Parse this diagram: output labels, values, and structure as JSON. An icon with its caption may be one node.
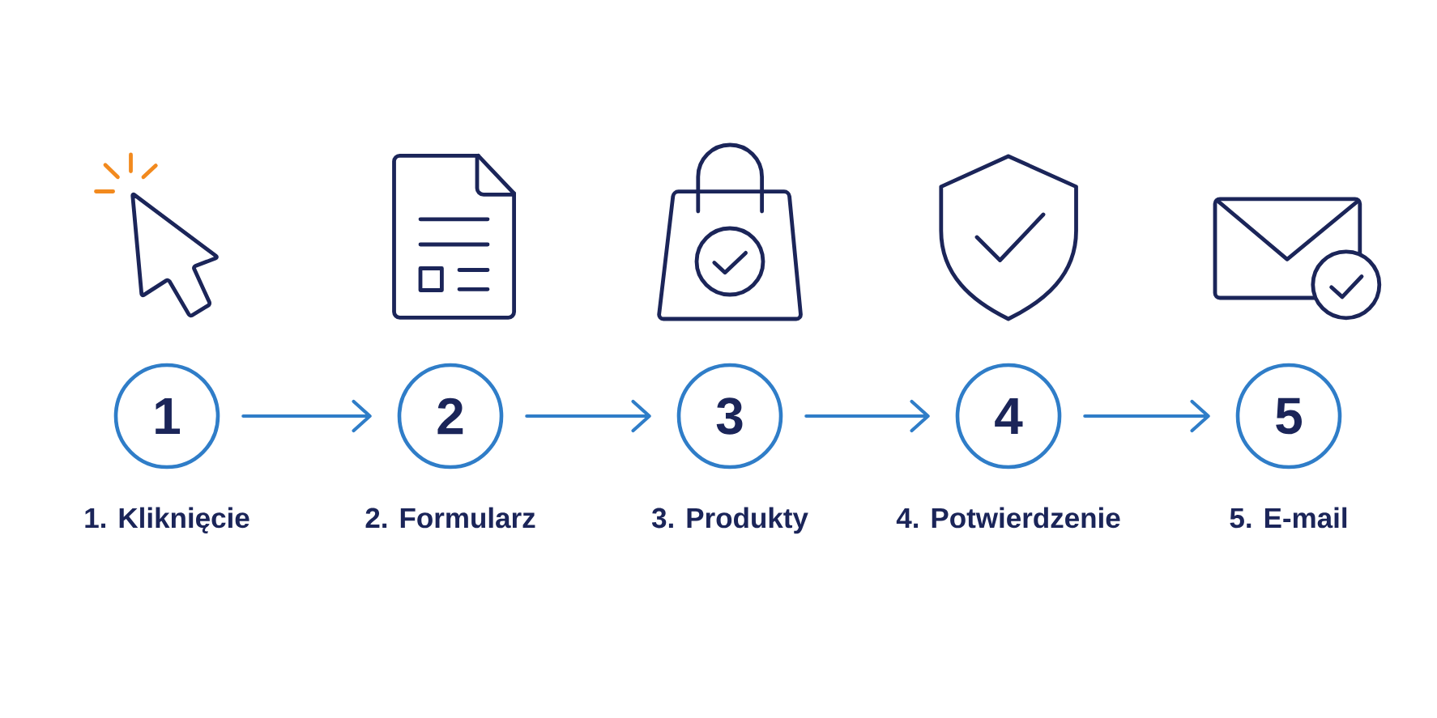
{
  "diagram": {
    "nodes": [
      {
        "text": [
          "1"
        ],
        "beside": [
          "1. Kliknięcie"
        ]
      },
      {
        "text": [
          "2"
        ],
        "beside": [
          "2. Formularz"
        ]
      },
      {
        "text": [
          "3"
        ],
        "beside": [
          "3. Produkty"
        ]
      },
      {
        "text": [
          "4"
        ],
        "beside": [
          "4. Potwierdzenie"
        ]
      },
      {
        "text": [
          "5"
        ],
        "beside": [
          "5. E-mail"
        ]
      }
    ],
    "edges": [
      {
        "from": 0,
        "to": 1,
        "arrow": "to"
      },
      {
        "from": 1,
        "to": 2,
        "arrow": "to"
      },
      {
        "from": 2,
        "to": 3,
        "arrow": "to"
      },
      {
        "from": 3,
        "to": 4,
        "arrow": "to"
      }
    ]
  }
}
